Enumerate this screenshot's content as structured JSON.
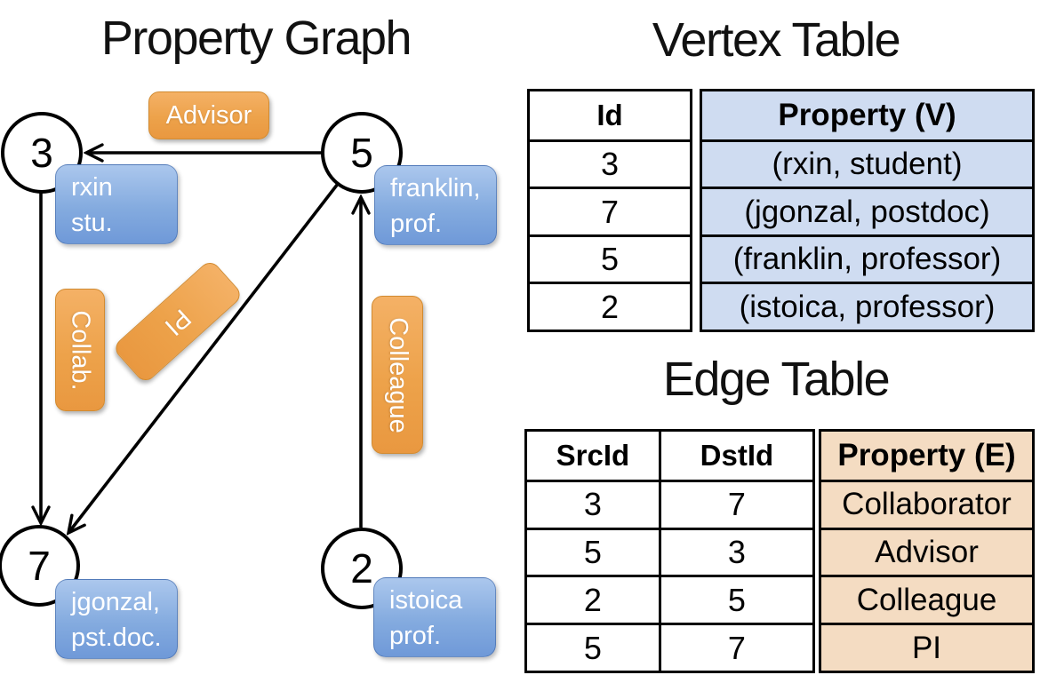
{
  "graph": {
    "title": "Property Graph",
    "nodes": [
      {
        "id": "3",
        "property_line1": "rxin",
        "property_line2": "stu."
      },
      {
        "id": "5",
        "property_line1": "franklin,",
        "property_line2": "prof."
      },
      {
        "id": "7",
        "property_line1": "jgonzal,",
        "property_line2": "pst.doc."
      },
      {
        "id": "2",
        "property_line1": "istoica",
        "property_line2": "prof."
      }
    ],
    "edge_labels": {
      "advisor": "Advisor",
      "collab": "Collab.",
      "pi": "PI",
      "colleague": "Colleague"
    }
  },
  "vertex_table": {
    "title": "Vertex Table",
    "columns": {
      "id": "Id",
      "property": "Property (V)"
    },
    "rows": [
      {
        "id": "3",
        "property": "(rxin, student)"
      },
      {
        "id": "7",
        "property": "(jgonzal, postdoc)"
      },
      {
        "id": "5",
        "property": "(franklin, professor)"
      },
      {
        "id": "2",
        "property": "(istoica, professor)"
      }
    ]
  },
  "edge_table": {
    "title": "Edge Table",
    "columns": {
      "src": "SrcId",
      "dst": "DstId",
      "property": "Property (E)"
    },
    "rows": [
      {
        "src": "3",
        "dst": "7",
        "property": "Collaborator"
      },
      {
        "src": "5",
        "dst": "3",
        "property": "Advisor"
      },
      {
        "src": "2",
        "dst": "5",
        "property": "Colleague"
      },
      {
        "src": "5",
        "dst": "7",
        "property": "PI"
      }
    ]
  },
  "colors": {
    "edge_pill_orange_top": "#f4b166",
    "edge_pill_orange_bottom": "#e99840",
    "edge_pill_border": "#d28b31",
    "vertex_box_blue_top": "#abc7ed",
    "vertex_box_blue_bottom": "#6f99d8",
    "vertex_table_cell_fill": "#cfdcf1",
    "edge_table_cell_fill": "#f4dcc2",
    "line_color": "#000000"
  }
}
